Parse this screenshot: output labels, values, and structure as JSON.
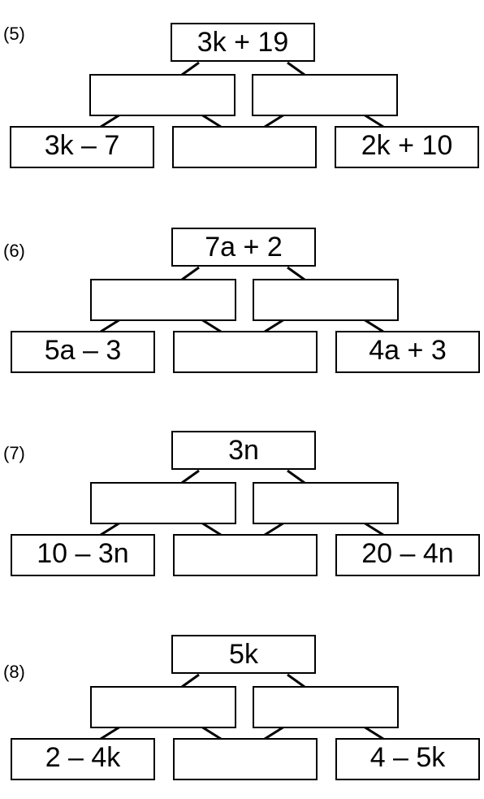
{
  "puzzles": [
    {
      "label": "(5)",
      "top": "3k + 19",
      "middle_left": "",
      "middle_right": "",
      "bottom_left": "3k – 7",
      "bottom_middle": "",
      "bottom_right": "2k + 10"
    },
    {
      "label": "(6)",
      "top": "7a + 2",
      "middle_left": "",
      "middle_right": "",
      "bottom_left": "5a – 3",
      "bottom_middle": "",
      "bottom_right": "4a + 3"
    },
    {
      "label": "(7)",
      "top": "3n",
      "middle_left": "",
      "middle_right": "",
      "bottom_left": "10 – 3n",
      "bottom_middle": "",
      "bottom_right": "20 – 4n"
    },
    {
      "label": "(8)",
      "top": "5k",
      "middle_left": "",
      "middle_right": "",
      "bottom_left": "2 – 4k",
      "bottom_middle": "",
      "bottom_right": "4 – 5k"
    }
  ]
}
